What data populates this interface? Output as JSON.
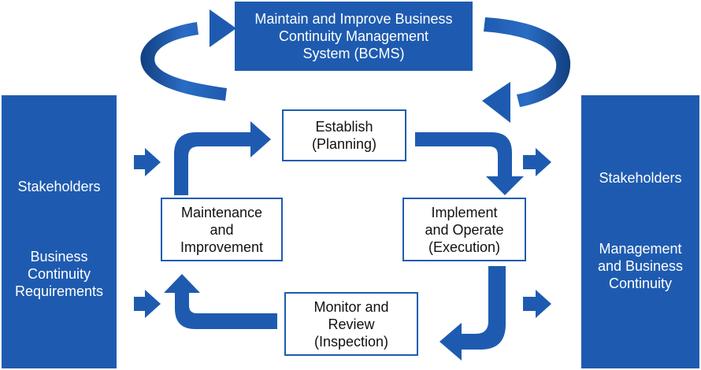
{
  "banner": {
    "text": "Maintain and Improve Business\nContinuity Management\nSystem (BCMS)"
  },
  "left_panel": {
    "label_top": "Stakeholders",
    "label_bottom": "Business\nContinuity\nRequirements"
  },
  "right_panel": {
    "label_top": "Stakeholders",
    "label_bottom": "Management\nand Business\nContinuity"
  },
  "stages": {
    "establish": "Establish\n(Planning)",
    "implement": "Implement\nand Operate\n(Execution)",
    "monitor": "Monitor and\nReview\n(Inspection)",
    "maintain": "Maintenance\nand\nImprovement"
  },
  "colors": {
    "primary_blue": "#1e5bb0",
    "box_border": "#1e5bb0",
    "box_fill": "#ffffff",
    "text_dark": "#111111",
    "text_light": "#ffffff"
  }
}
